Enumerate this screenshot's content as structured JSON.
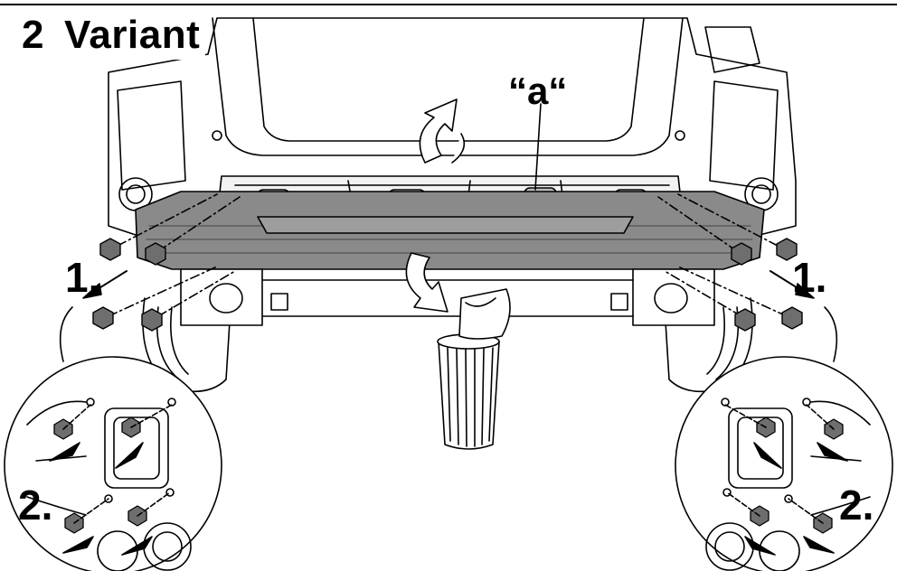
{
  "title": {
    "number": "2",
    "text": "Variant"
  },
  "labels": {
    "part_a": "“a“",
    "step1_left": "1.",
    "step1_right": "1.",
    "step2_left": "2.",
    "step2_right": "2."
  },
  "colors": {
    "line": "#000000",
    "bumper_fill": "#8a8a8a",
    "bolt_fill": "#6e6e6e",
    "background": "#ffffff"
  }
}
